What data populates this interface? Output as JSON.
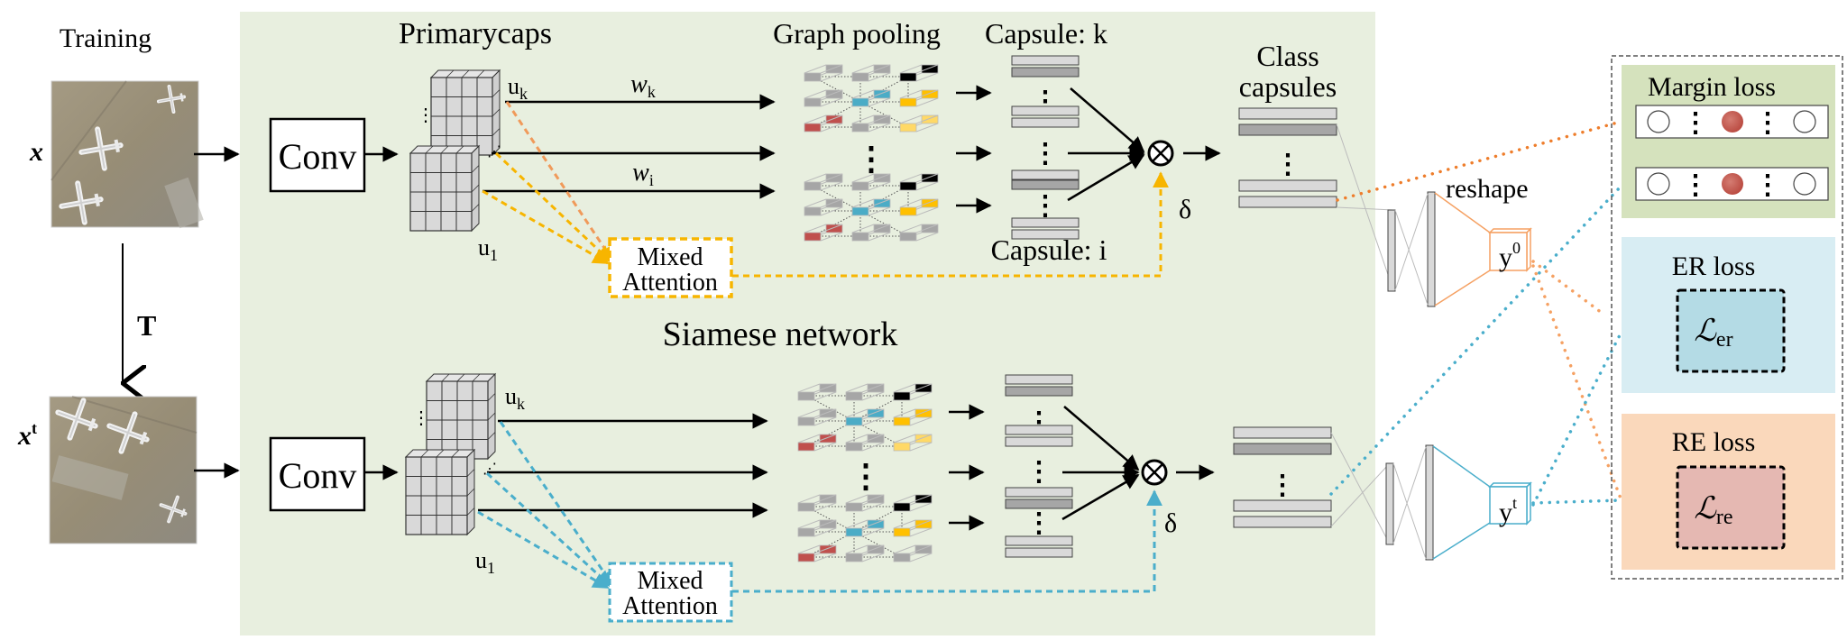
{
  "labels": {
    "training": "Training",
    "x": "x",
    "xt_base": "x",
    "xt_sup": "t",
    "transform": "T",
    "conv_top": "Conv",
    "conv_bottom": "Conv",
    "primarycaps": "Primarycaps",
    "uk_base": "u",
    "uk_sub": "k",
    "u1_base": "u",
    "u1_sub": "1",
    "wk_base": "w",
    "wk_sub": "k",
    "wi_base": "w",
    "wi_sub": "i",
    "graph_pooling": "Graph pooling",
    "capsule_k": "Capsule: k",
    "capsule_i": "Capsule: i",
    "class_capsules_line1": "Class",
    "class_capsules_line2": "capsules",
    "delta": "δ",
    "mixed_attention_line1": "Mixed",
    "mixed_attention_line2": "Attention",
    "siamese_network": "Siamese network",
    "reshape": "reshape",
    "y0_base": "y",
    "y0_sup": "0",
    "yt_base": "y",
    "yt_sup": "t",
    "margin_loss": "Margin loss",
    "er_loss": "ER loss",
    "re_loss": "RE loss",
    "l_er_base": "ℒ",
    "l_er_sub": "er",
    "l_re_base": "ℒ",
    "l_re_sub": "re",
    "dots": "⋮"
  },
  "colors": {
    "panel_green": "#e8efdf",
    "margin_green": "#d5e2bd",
    "er_blue": "#d8edf3",
    "er_inner": "#b4dbe5",
    "re_orange": "#fad8bb",
    "re_inner": "#e5b8b2",
    "attention_top": "#f7b500",
    "attention_bottom": "#4aaecb",
    "orange_dots": "#ee7d2b",
    "blue_dots": "#4aaecb",
    "red_node": "#c0504d",
    "blue_node": "#4bacc6",
    "yellow_node": "#ffc000",
    "light_yellow_node": "#ffd966",
    "gray_node": "#a6a6a6"
  }
}
